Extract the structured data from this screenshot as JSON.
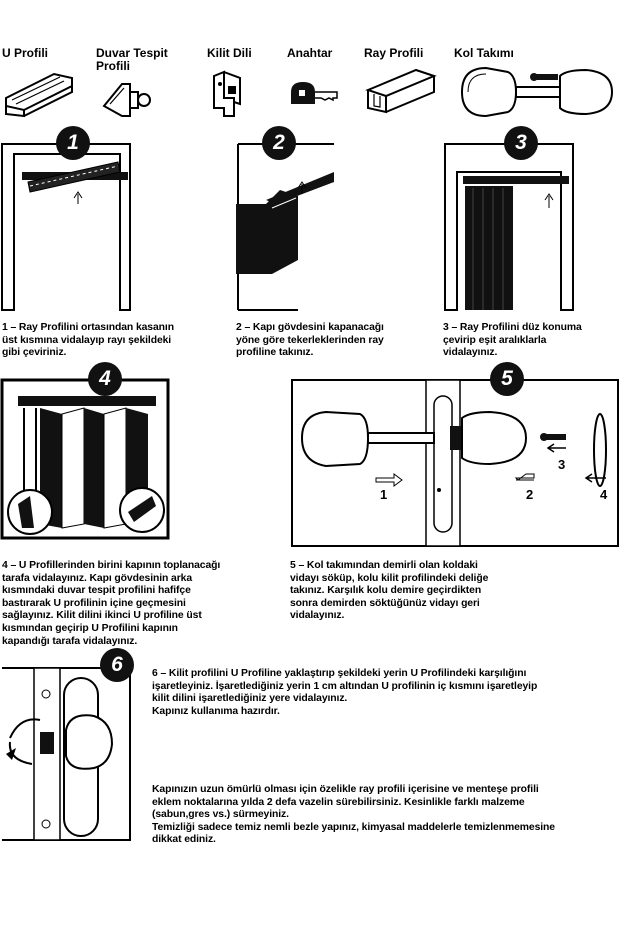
{
  "parts": [
    {
      "label": "U Profili",
      "icon": "u-profile-icon"
    },
    {
      "label": "Duvar Tespit\nProfili",
      "icon": "wall-bracket-icon"
    },
    {
      "label": "Kilit Dili",
      "icon": "lock-tongue-icon"
    },
    {
      "label": "Anahtar",
      "icon": "key-icon"
    },
    {
      "label": "Ray Profili",
      "icon": "rail-profile-icon"
    },
    {
      "label": "Kol Takımı",
      "icon": "handle-set-icon"
    }
  ],
  "steps": {
    "s1": {
      "num": "1",
      "caption": [
        "1 – Ray Profilini ortasından kasanın",
        "üst kısmına vidalayıp rayı şekildeki",
        "gibi çeviriniz."
      ]
    },
    "s2": {
      "num": "2",
      "caption": [
        "2 – Kapı gövdesini kapanacağı",
        "yöne göre tekerleklerinden ray",
        "profiline takınız."
      ]
    },
    "s3": {
      "num": "3",
      "caption": [
        "3 – Ray Profilini düz konuma",
        "çevirip eşit aralıklarla",
        "vidalayınız."
      ]
    },
    "s4": {
      "num": "4",
      "caption": [
        "4 – U Profillerinden birini kapının toplanacağı",
        "tarafa vidalayınız. Kapı gövdesinin arka",
        "kısmındaki duvar tespit profilini hafifçe",
        "bastırarak U profilinin içine geçmesini",
        "sağlayınız. Kilit dilini ikinci U profiline üst",
        "kısmından geçirip U Profilini kapının",
        "kapandığı tarafa vidalayınız."
      ]
    },
    "s5": {
      "num": "5",
      "caption": [
        "5 – Kol takımından demirli olan koldaki",
        "vidayı söküp, kolu kilit profilindeki deliğe",
        "takınız. Karşılık kolu demire geçirdikten",
        "sonra demirden söktüğünüz vidayı geri",
        "vidalayınız."
      ],
      "markers": [
        "1",
        "2",
        "3",
        "4"
      ]
    },
    "s6": {
      "num": "6",
      "caption": [
        "6 – Kilit profilini U Profiline yaklaştırıp şekildeki yerin U Profilindeki karşılığını",
        "işaretleyiniz. İşaretlediğiniz yerin 1 cm altından U profilinin iç kısmını işaretleyip",
        "kilit dilini işaretlediğiniz yere vidalayınız.",
        "Kapınız kullanıma hazırdır."
      ]
    }
  },
  "care_note": [
    "Kapınızın uzun ömürlü olması için özelikle ray profili içerisine ve menteşe profili",
    "eklem noktalarına yılda 2 defa vazelin sürebilirsiniz. Kesinlikle farklı malzeme",
    "(sabun,gres vs.) sürmeyiniz.",
    "Temizliği sadece temiz nemli bezle yapınız, kimyasal maddelerle temizlenmemesine",
    "dikkat ediniz."
  ]
}
